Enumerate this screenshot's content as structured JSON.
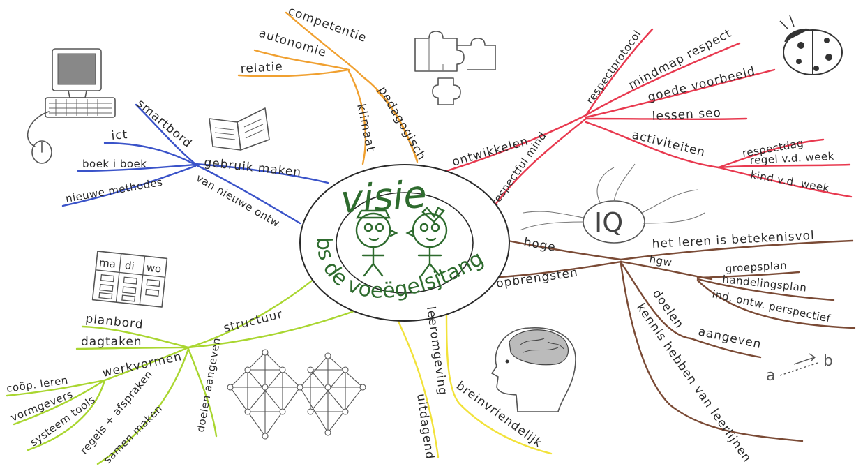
{
  "center": {
    "title": "visie",
    "subtitle": "bs de voeëgelsjtang"
  },
  "colors": {
    "orange": "#f0a030",
    "red": "#e8394f",
    "blue": "#3a53c9",
    "brown": "#7a4a35",
    "lime": "#a9d630",
    "yellow": "#f2e23a",
    "ink": "#2a2a2a",
    "hub": "#2e6b2e"
  },
  "branches": {
    "pedagogisch_klimaat": {
      "main": "pedagogisch",
      "sub": "klimaat",
      "items": [
        "competentie",
        "autonomie",
        "relatie"
      ]
    },
    "ontwikkelen": {
      "main": "ontwikkelen",
      "respectful_mind": "respectful mind",
      "items": [
        "respectprotocol",
        "mindmap respect",
        "goede voorbeeld",
        "lessen seo"
      ],
      "activiteiten": {
        "label": "activiteiten",
        "items": [
          "respectdag",
          "regel v.d. week",
          "kind v.d. week"
        ]
      }
    },
    "gebruik_maken": {
      "main": "gebruik maken",
      "sub": "van nieuwe ontw.",
      "items": [
        "smartbord",
        "ict",
        "boek i boek",
        "nieuwe methodes"
      ]
    },
    "hoge_opbrengsten": {
      "main": "hoge",
      "sub": "opbrengsten",
      "items": [
        "het leren is betekenisvol",
        "hgw",
        "groepsplan",
        "handelingsplan",
        "ind. ontw. perspectief",
        "doelen",
        "aangeven",
        "kennis hebben van leerlijnen"
      ]
    },
    "structuur": {
      "main": "structuur",
      "items": [
        "planbord",
        "dagtaken",
        "werkvormen",
        "coöp. leren",
        "vormgevers",
        "systeem tools",
        "regels + afspraken",
        "samen maken",
        "doelen aangeven"
      ]
    },
    "leeromgeving": {
      "main": "leeromgeving",
      "items": [
        "uitdagend",
        "breinvriendelijk"
      ]
    }
  },
  "drawings": {
    "schedule_days": [
      "ma",
      "di",
      "wo"
    ],
    "iq_label": "IQ",
    "arrow_a": "a",
    "arrow_b": "b"
  }
}
